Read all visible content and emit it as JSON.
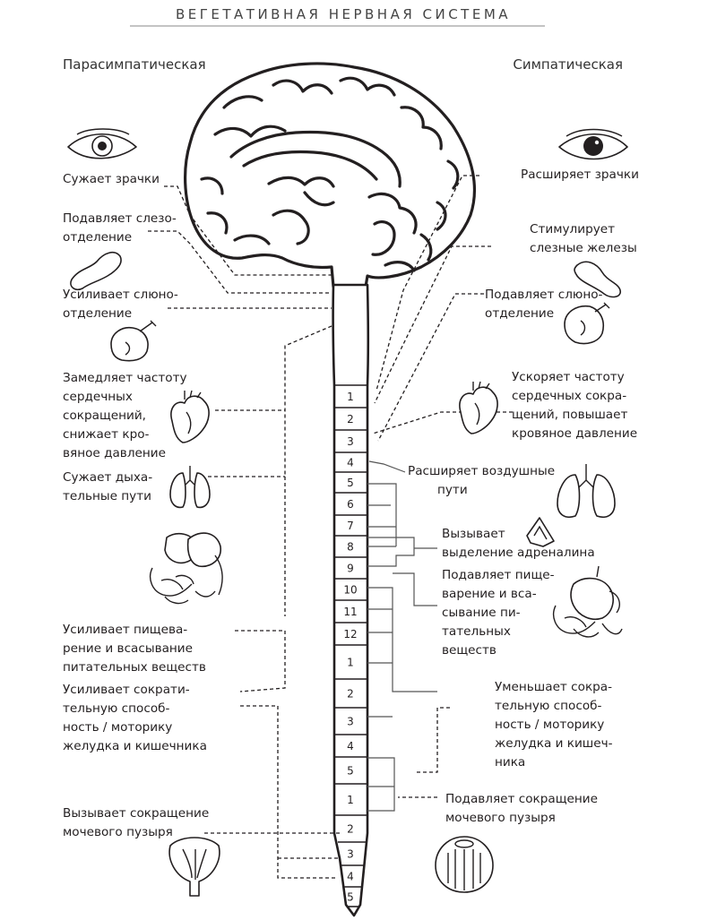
{
  "title": "ВЕГЕТАТИВНАЯ НЕРВНАЯ СИСТЕМА",
  "sides": {
    "left": "Парасимпатическая",
    "right": "Симпатическая"
  },
  "parasympathetic": [
    [
      "Сужает зрачки"
    ],
    [
      "Подавляет слезо-",
      "отделение"
    ],
    [
      "Усиливает слюно-",
      "отделение"
    ],
    [
      "Замедляет частоту",
      "сердечных",
      "сокращений,",
      "снижает кро-",
      "вяное давление"
    ],
    [
      "Сужает дыха-",
      "тельные пути"
    ],
    [
      "Усиливает пищева-",
      "рение и всасывание",
      "питательных веществ"
    ],
    [
      "Усиливает сократи-",
      "тельную способ-",
      "ность / моторику",
      "желудка и кишечника"
    ],
    [
      "Вызывает сокращение",
      "мочевого пузыря"
    ]
  ],
  "sympathetic": [
    [
      "Расширяет зрачки"
    ],
    [
      "Стимулирует",
      "слезные железы"
    ],
    [
      "Подавляет слюно-",
      "отделение"
    ],
    [
      "Ускоряет частоту",
      "сердечных сокра-",
      "щений, повышает",
      "кровяное давление"
    ],
    [
      "Расширяет воздушные",
      "пути"
    ],
    [
      "Вызывает",
      "выделение адреналина"
    ],
    [
      "Подавляет пище-",
      "варение и вса-",
      "сывание пи-",
      "тательных",
      "веществ"
    ],
    [
      "Уменьшает сокра-",
      "тельную способ-",
      "ность / моторику",
      "желудка и кишеч-",
      "ника"
    ],
    [
      "Подавляет сокращение",
      "мочевого пузыря"
    ]
  ],
  "segments": [
    "1",
    "2",
    "3",
    "4",
    "5",
    "6",
    "7",
    "8",
    "9",
    "10",
    "11",
    "12",
    "1",
    "2",
    "3",
    "4",
    "5",
    "1",
    "2",
    "3",
    "4",
    "5"
  ]
}
